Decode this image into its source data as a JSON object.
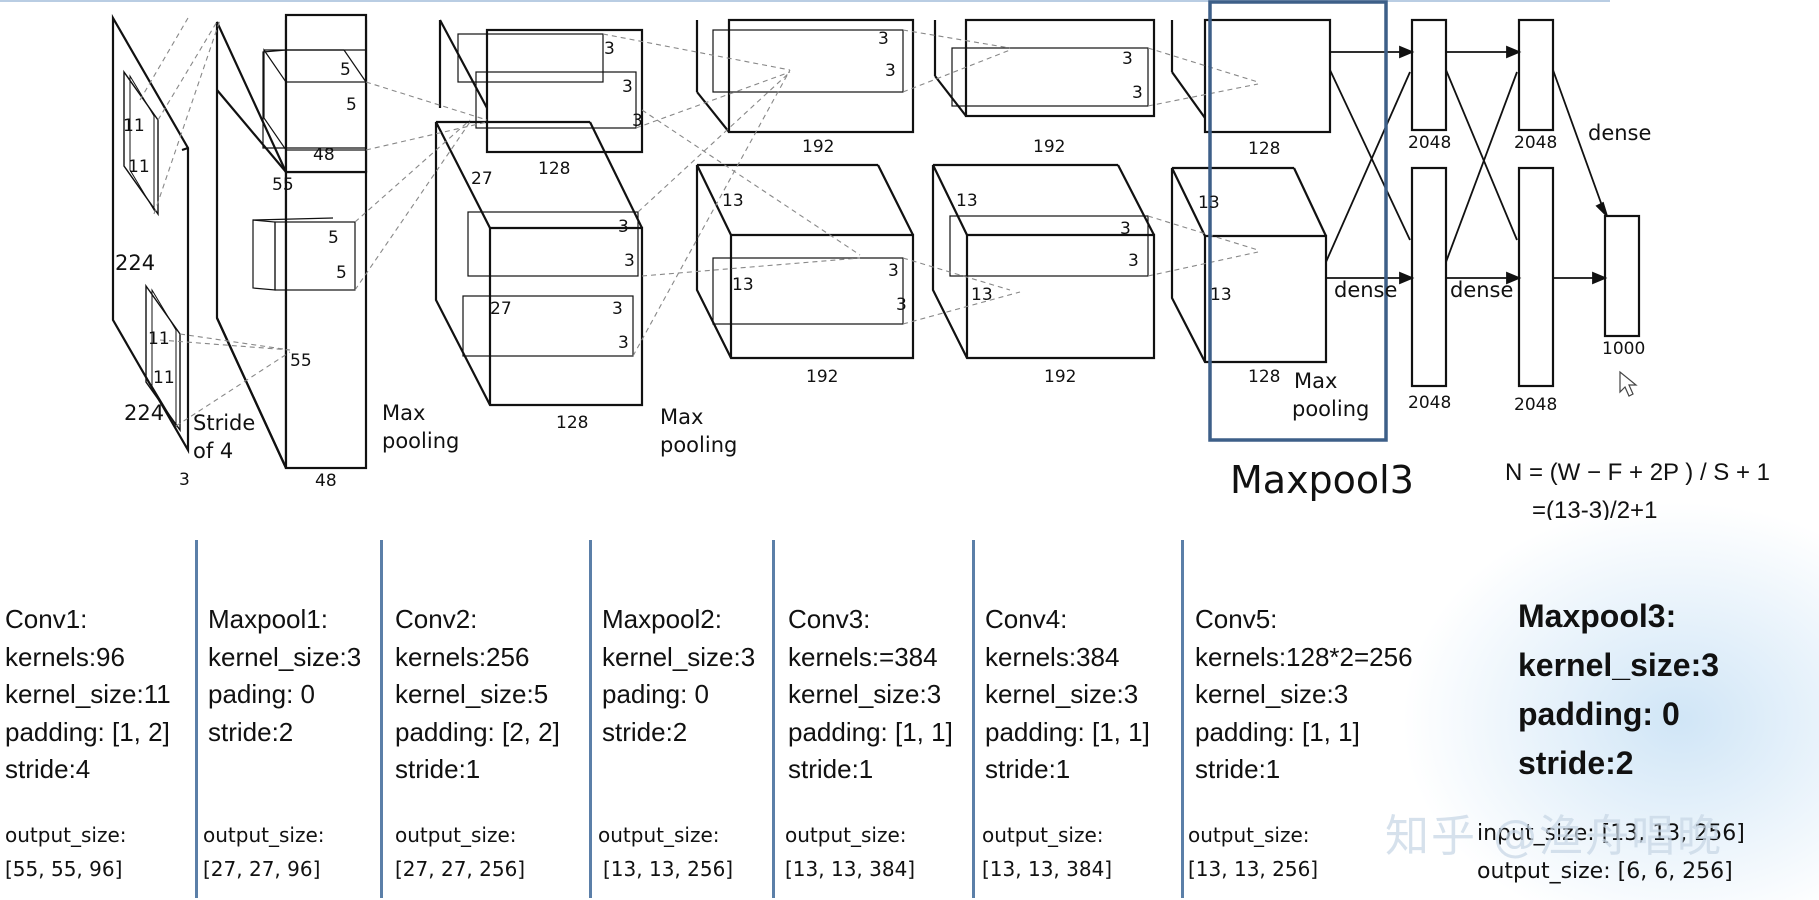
{
  "figure": {
    "input": {
      "side_a": "224",
      "side_b": "224",
      "depth": "3",
      "k1": "11",
      "k2": "11",
      "k3": "11",
      "k4": "11",
      "stride": "Stride",
      "stride2": "of 4"
    },
    "layer1": {
      "size": "55",
      "size2": "55",
      "depth": "48",
      "k1": "5",
      "k2": "5",
      "k3": "5",
      "k4": "5",
      "pool": "Max",
      "pool2": "pooling"
    },
    "layer2": {
      "size": "27",
      "size2": "27",
      "depth_top": "128",
      "depth_bottom": "128",
      "k": "3",
      "pool": "Max",
      "pool2": "pooling"
    },
    "layer3": {
      "size": "13",
      "size2": "13",
      "depth_top": "192",
      "depth_bottom": "192",
      "k": "3"
    },
    "layer4": {
      "size": "13",
      "depth_top": "192",
      "depth_bottom": "192",
      "k": "3"
    },
    "layer5": {
      "size": "13",
      "size2": "13",
      "depth_top": "128",
      "depth_bottom": "128",
      "pool": "Max",
      "pool2": "pooling"
    },
    "fc": {
      "fc1": "2048",
      "fc2": "2048",
      "out": "1000",
      "dense": "dense"
    },
    "highlight_label": "Maxpool3",
    "formula_line1": "N = (W − F + 2P ) / S + 1",
    "formula_line2": "=(13-3)/2+1"
  },
  "blocks": [
    {
      "lines": [
        "Conv1:",
        "kernels:96",
        "kernel_size:11",
        "padding: [1, 2]",
        "stride:4"
      ],
      "out_label": "output_size:",
      "out_value": "[55, 55, 96]"
    },
    {
      "lines": [
        "Maxpool1:",
        "kernel_size:3",
        "pading: 0",
        "stride:2",
        ""
      ],
      "out_label": "output_size:",
      "out_value": "[27, 27, 96]"
    },
    {
      "lines": [
        "Conv2:",
        "kernels:256",
        "kernel_size:5",
        "padding: [2, 2]",
        "stride:1"
      ],
      "out_label": "output_size:",
      "out_value": "[27, 27, 256]"
    },
    {
      "lines": [
        "Maxpool2:",
        "kernel_size:3",
        "pading: 0",
        "stride:2",
        ""
      ],
      "out_label": "output_size:",
      "out_value": "[13, 13, 256]"
    },
    {
      "lines": [
        "Conv3:",
        "kernels:=384",
        "kernel_size:3",
        "padding: [1, 1]",
        "stride:1"
      ],
      "out_label": "output_size:",
      "out_value": "[13, 13, 384]"
    },
    {
      "lines": [
        "Conv4:",
        "kernels:384",
        "kernel_size:3",
        "padding: [1, 1]",
        "stride:1"
      ],
      "out_label": "output_size:",
      "out_value": "[13, 13, 384]"
    },
    {
      "lines": [
        "Conv5:",
        "kernels:128*2=256",
        "kernel_size:3",
        "padding: [1, 1]",
        "stride:1"
      ],
      "out_label": "output_size:",
      "out_value": "[13, 13, 256]"
    }
  ],
  "maxpool3": {
    "lines": [
      "Maxpool3:",
      "kernel_size:3",
      "padding: 0",
      "stride:2"
    ],
    "input_size": "input_size: [13, 13, 256]",
    "output_size": "output_size: [6, 6, 256]"
  },
  "watermark": "知乎 @渔舟唱晚",
  "colors": {
    "highlight_border": "#3d5f88",
    "separator": "#5b7fa8",
    "line": "#111111",
    "dashed": "#888888"
  }
}
